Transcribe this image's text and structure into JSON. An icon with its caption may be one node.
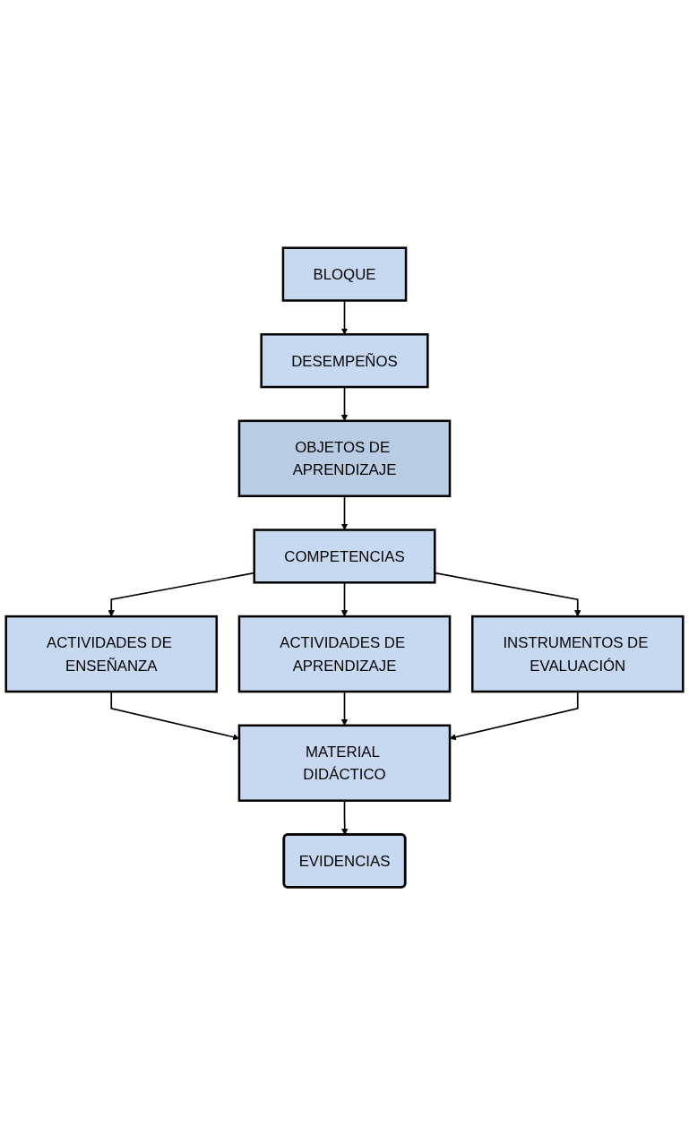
{
  "diagram": {
    "nodes": [
      {
        "text": [
          "BLOQUE"
        ]
      },
      {
        "text": [
          "DESEMPEÑOS"
        ]
      },
      {
        "text": [
          "OBJETOS DE APRENDIZAJE"
        ]
      },
      {
        "text": [
          "COMPETENCIAS"
        ]
      },
      {
        "text": [
          "ACTIVIDADES DE ENSEÑANZA"
        ]
      },
      {
        "text": [
          "ACTIVIDADES DE APRENDIZAJE"
        ]
      },
      {
        "text": [
          "INSTRUMENTOS DE EVALUACIÓN"
        ]
      },
      {
        "text": [
          "MATERIAL DIDÁCTICO"
        ]
      },
      {
        "text": [
          "EVIDENCIAS"
        ]
      }
    ],
    "edges": [
      {
        "from": 0,
        "to": 1,
        "arrow": "to"
      },
      {
        "from": 1,
        "to": 2,
        "arrow": "to"
      },
      {
        "from": 2,
        "to": 3,
        "arrow": "to"
      },
      {
        "from": 3,
        "to": 4,
        "arrow": "to"
      },
      {
        "from": 3,
        "to": 5,
        "arrow": "to"
      },
      {
        "from": 3,
        "to": 6,
        "arrow": "to"
      },
      {
        "from": 4,
        "to": 7,
        "arrow": "to"
      },
      {
        "from": 5,
        "to": 7,
        "arrow": "to"
      },
      {
        "from": 6,
        "to": 7,
        "arrow": "to"
      },
      {
        "from": 7,
        "to": 8,
        "arrow": "to"
      }
    ]
  }
}
